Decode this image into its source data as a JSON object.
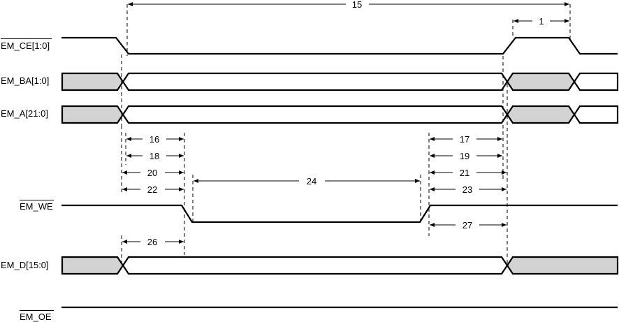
{
  "signals": [
    {
      "id": "ce",
      "label": "EM_CE[1:0]",
      "overbar": true
    },
    {
      "id": "ba",
      "label": "EM_BA[1:0]",
      "overbar": false
    },
    {
      "id": "a",
      "label": "EM_A[21:0]",
      "overbar": false
    },
    {
      "id": "we",
      "label": "EM_WE",
      "overbar": true
    },
    {
      "id": "d",
      "label": "EM_D[15:0]",
      "overbar": false
    },
    {
      "id": "oe",
      "label": "EM_OE",
      "overbar": true
    }
  ],
  "timing_parameters": [
    "15",
    "1",
    "16",
    "18",
    "20",
    "22",
    "17",
    "19",
    "21",
    "23",
    "24",
    "27",
    "26"
  ],
  "colors": {
    "line": "#000000",
    "bus_invalid_fill": "#d3d3d3",
    "background": "#ffffff"
  }
}
